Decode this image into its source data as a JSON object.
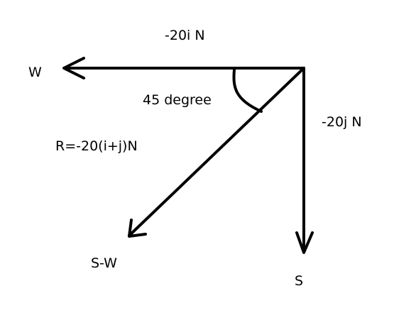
{
  "labels": {
    "west_force": "-20i N",
    "south_force": "-20j N",
    "resultant": "R=-20(i+j)N",
    "angle": "45 degree",
    "west": "W",
    "south": "S",
    "south_west": "S-W"
  },
  "colors": {
    "ink": "#000000",
    "background": "#ffffff"
  }
}
